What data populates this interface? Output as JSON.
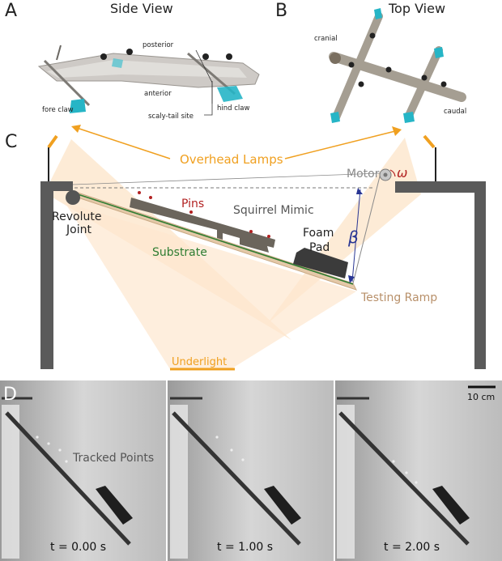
{
  "panelA": {
    "letter": "A",
    "title": "Side View",
    "labels": {
      "posterior": "posterior",
      "anterior": "anterior",
      "fore_claw": "fore claw",
      "hind_claw": "hind claw",
      "scaly_tail_site": "scaly-tail site"
    }
  },
  "panelB": {
    "letter": "B",
    "title": "Top View",
    "labels": {
      "cranial": "cranial",
      "caudal": "caudal"
    }
  },
  "panelC": {
    "letter": "C",
    "labels": {
      "overhead_lamps": "Overhead Lamps",
      "motor": "Motor",
      "omega": "ω",
      "revolute_joint_1": "Revolute",
      "revolute_joint_2": "Joint",
      "pins": "Pins",
      "squirrel_mimic": "Squirrel Mimic",
      "foam_pad_1": "Foam",
      "foam_pad_2": "Pad",
      "beta": "β",
      "substrate": "Substrate",
      "testing_ramp": "Testing Ramp",
      "underlight": "Underlight"
    },
    "colors": {
      "lamp_orange": "#f0a020",
      "frame_gray": "#555555",
      "ramp_tan": "#e4c9a8",
      "mimic_gray": "#6b655c",
      "pins_red": "#b22222",
      "substrate_green": "#2e7d32",
      "beta_blue": "#283593",
      "motor_gray": "#8a8a8a",
      "ramp_label_tan": "#b8906a"
    }
  },
  "panelD": {
    "letter": "D",
    "scale_bar": "10 cm",
    "tracked_points": "Tracked Points",
    "frames": [
      {
        "time": "t = 0.00 s"
      },
      {
        "time": "t = 1.00 s"
      },
      {
        "time": "t = 2.00 s"
      }
    ]
  }
}
